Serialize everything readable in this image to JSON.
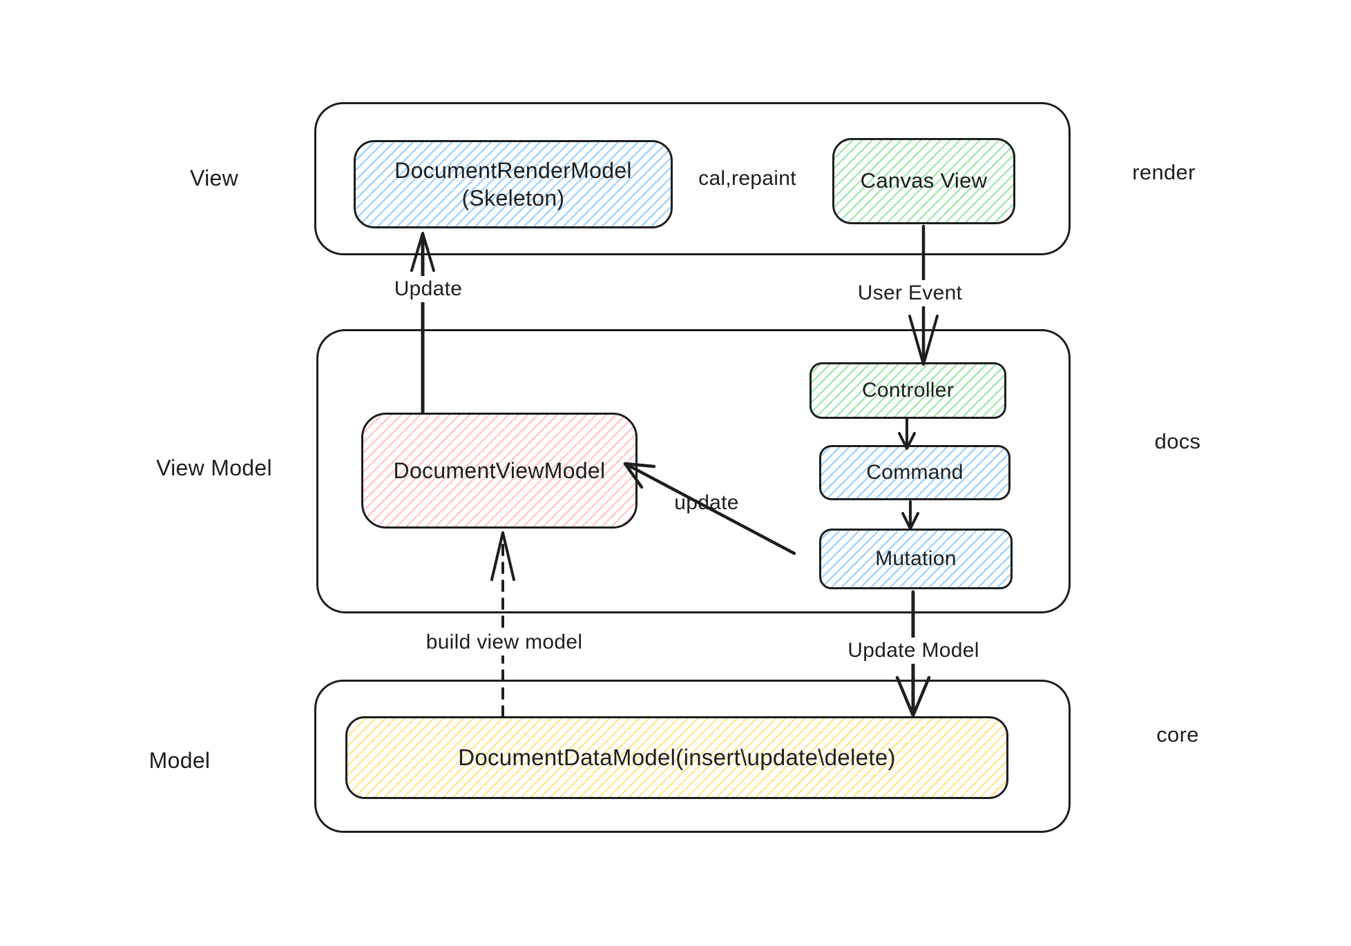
{
  "diagram": {
    "background": "#ffffff",
    "stroke_color": "#1e1e1e",
    "palette": {
      "blue": "#4dabf7",
      "green": "#51cf66",
      "red": "#ff8787",
      "yellow": "#ffd43b"
    },
    "layers": {
      "view": {
        "label": "View",
        "side_label": "render"
      },
      "view_model": {
        "label": "View Model",
        "side_label": "docs"
      },
      "model": {
        "label": "Model",
        "side_label": "core"
      }
    },
    "nodes": {
      "render_model_line1": "DocumentRenderModel",
      "render_model_line2": "(Skeleton)",
      "canvas_view": "Canvas View",
      "document_view_model": "DocumentViewModel",
      "controller": "Controller",
      "command": "Command",
      "mutation": "Mutation",
      "document_data_model": "DocumentDataModel(insert\\update\\delete)"
    },
    "edge_labels": {
      "update": "Update",
      "user_event": "User Event",
      "cal_repaint": "cal,repaint",
      "update_vm": "update",
      "build_view_model": "build view model",
      "update_model": "Update Model"
    }
  }
}
